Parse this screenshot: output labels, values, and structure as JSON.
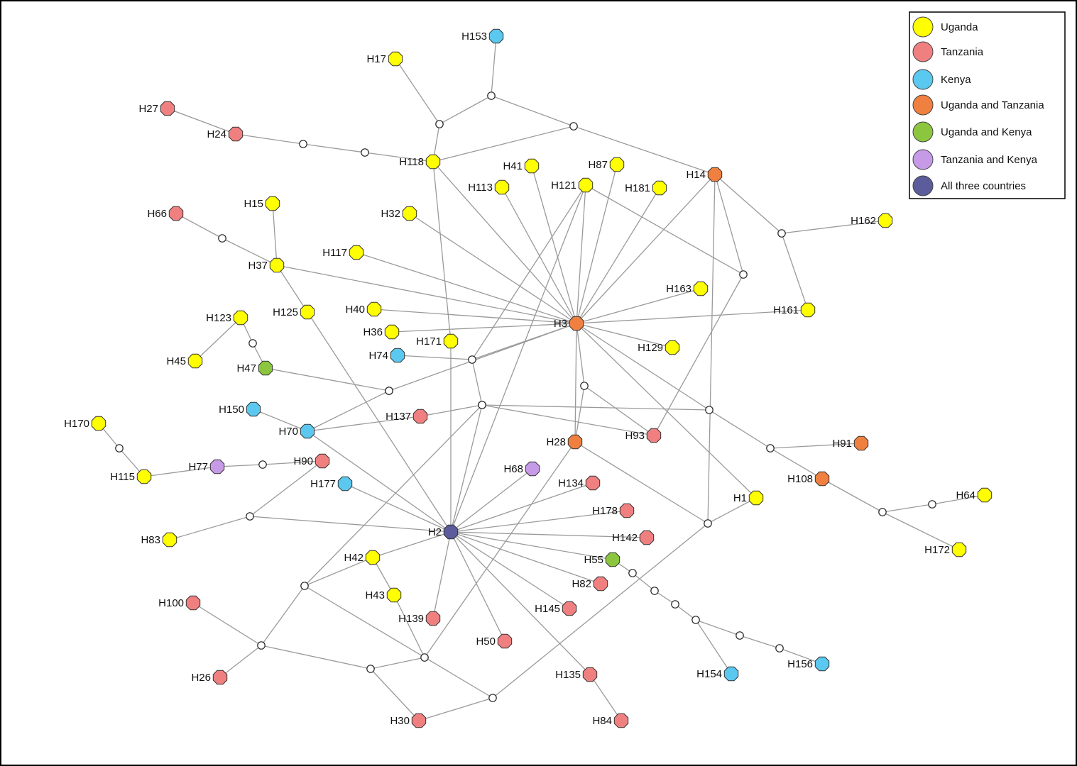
{
  "colors": {
    "uganda": "#ffff00",
    "tanzania": "#f08080",
    "kenya": "#5bc8f0",
    "uganda_tanzania": "#f08040",
    "uganda_kenya": "#8cc63f",
    "tanzania_kenya": "#c79ae8",
    "all_three": "#5c5c9c"
  },
  "legend": [
    {
      "key": "uganda",
      "label": "Uganda"
    },
    {
      "key": "tanzania",
      "label": "Tanzania"
    },
    {
      "key": "kenya",
      "label": "Kenya"
    },
    {
      "key": "uganda_tanzania",
      "label": "Uganda and Tanzania"
    },
    {
      "key": "uganda_kenya",
      "label": "Uganda and Kenya"
    },
    {
      "key": "tanzania_kenya",
      "label": "Tanzania and Kenya"
    },
    {
      "key": "all_three",
      "label": "All three countries"
    }
  ],
  "haplotypes": [
    {
      "id": "H153",
      "group": "kenya"
    },
    {
      "id": "H17",
      "group": "uganda"
    },
    {
      "id": "H27",
      "group": "tanzania"
    },
    {
      "id": "H24",
      "group": "tanzania"
    },
    {
      "id": "H118",
      "group": "uganda"
    },
    {
      "id": "H41",
      "group": "uganda"
    },
    {
      "id": "H87",
      "group": "uganda"
    },
    {
      "id": "H14",
      "group": "uganda_tanzania"
    },
    {
      "id": "H113",
      "group": "uganda"
    },
    {
      "id": "H121",
      "group": "uganda"
    },
    {
      "id": "H181",
      "group": "uganda"
    },
    {
      "id": "H66",
      "group": "tanzania"
    },
    {
      "id": "H15",
      "group": "uganda"
    },
    {
      "id": "H32",
      "group": "uganda"
    },
    {
      "id": "H162",
      "group": "uganda"
    },
    {
      "id": "H117",
      "group": "uganda"
    },
    {
      "id": "H37",
      "group": "uganda"
    },
    {
      "id": "H163",
      "group": "uganda"
    },
    {
      "id": "H123",
      "group": "uganda"
    },
    {
      "id": "H125",
      "group": "uganda"
    },
    {
      "id": "H40",
      "group": "uganda"
    },
    {
      "id": "H3",
      "group": "uganda_tanzania"
    },
    {
      "id": "H161",
      "group": "uganda"
    },
    {
      "id": "H36",
      "group": "uganda"
    },
    {
      "id": "H171",
      "group": "uganda"
    },
    {
      "id": "H129",
      "group": "uganda"
    },
    {
      "id": "H45",
      "group": "uganda"
    },
    {
      "id": "H47",
      "group": "uganda_kenya"
    },
    {
      "id": "H74",
      "group": "kenya"
    },
    {
      "id": "H150",
      "group": "kenya"
    },
    {
      "id": "H137",
      "group": "tanzania"
    },
    {
      "id": "H70",
      "group": "kenya"
    },
    {
      "id": "H93",
      "group": "tanzania"
    },
    {
      "id": "H170",
      "group": "uganda"
    },
    {
      "id": "H28",
      "group": "uganda_tanzania"
    },
    {
      "id": "H91",
      "group": "uganda_tanzania"
    },
    {
      "id": "H77",
      "group": "tanzania_kenya"
    },
    {
      "id": "H90",
      "group": "tanzania"
    },
    {
      "id": "H68",
      "group": "tanzania_kenya"
    },
    {
      "id": "H115",
      "group": "uganda"
    },
    {
      "id": "H108",
      "group": "uganda_tanzania"
    },
    {
      "id": "H177",
      "group": "kenya"
    },
    {
      "id": "H134",
      "group": "tanzania"
    },
    {
      "id": "H64",
      "group": "uganda"
    },
    {
      "id": "H1",
      "group": "uganda"
    },
    {
      "id": "H178",
      "group": "tanzania"
    },
    {
      "id": "H2",
      "group": "all_three"
    },
    {
      "id": "H83",
      "group": "uganda"
    },
    {
      "id": "H142",
      "group": "tanzania"
    },
    {
      "id": "H172",
      "group": "uganda"
    },
    {
      "id": "H42",
      "group": "uganda"
    },
    {
      "id": "H55",
      "group": "uganda_kenya"
    },
    {
      "id": "H82",
      "group": "tanzania"
    },
    {
      "id": "H43",
      "group": "uganda"
    },
    {
      "id": "H100",
      "group": "tanzania"
    },
    {
      "id": "H145",
      "group": "tanzania"
    },
    {
      "id": "H139",
      "group": "tanzania"
    },
    {
      "id": "H50",
      "group": "tanzania"
    },
    {
      "id": "H154",
      "group": "kenya"
    },
    {
      "id": "H156",
      "group": "kenya"
    },
    {
      "id": "H135",
      "group": "tanzania"
    },
    {
      "id": "H26",
      "group": "tanzania"
    },
    {
      "id": "H30",
      "group": "tanzania"
    },
    {
      "id": "H84",
      "group": "tanzania"
    }
  ],
  "median_vectors": [
    "m1",
    "m2",
    "m3",
    "m4",
    "m5",
    "m6",
    "m7",
    "m8",
    "m9",
    "m10",
    "m11",
    "m12",
    "m13",
    "m14",
    "m15",
    "m16",
    "m17",
    "m18",
    "m19",
    "m20",
    "m21",
    "m22",
    "m23",
    "m24",
    "m25",
    "m26",
    "m27",
    "m28",
    "m29",
    "m30",
    "m31",
    "m32",
    "m33",
    "m34",
    "m35",
    "m36"
  ],
  "edges": [
    [
      "H153",
      "m1"
    ],
    [
      "m1",
      "m2"
    ],
    [
      "m2",
      "H17"
    ],
    [
      "m2",
      "H118"
    ],
    [
      "m1",
      "m3"
    ],
    [
      "m3",
      "H118"
    ],
    [
      "m3",
      "H14"
    ],
    [
      "H27",
      "H24"
    ],
    [
      "H24",
      "m4"
    ],
    [
      "m4",
      "m5"
    ],
    [
      "m5",
      "H118"
    ],
    [
      "H118",
      "H3"
    ],
    [
      "H118",
      "H171"
    ],
    [
      "H14",
      "m6"
    ],
    [
      "m6",
      "H162"
    ],
    [
      "m6",
      "H161"
    ],
    [
      "H14",
      "m7"
    ],
    [
      "m7",
      "H121"
    ],
    [
      "m7",
      "H93"
    ],
    [
      "H14",
      "H3"
    ],
    [
      "H14",
      "m21"
    ],
    [
      "H3",
      "H41"
    ],
    [
      "H3",
      "H87"
    ],
    [
      "H3",
      "H113"
    ],
    [
      "H3",
      "H121"
    ],
    [
      "H3",
      "H181"
    ],
    [
      "H3",
      "H32"
    ],
    [
      "H3",
      "H117"
    ],
    [
      "H3",
      "H37"
    ],
    [
      "H3",
      "H40"
    ],
    [
      "H3",
      "H36"
    ],
    [
      "H3",
      "H163"
    ],
    [
      "H3",
      "H161"
    ],
    [
      "H3",
      "H129"
    ],
    [
      "H3",
      "m9"
    ],
    [
      "H3",
      "m10"
    ],
    [
      "H3",
      "m11"
    ],
    [
      "H3",
      "m12"
    ],
    [
      "H3",
      "H1"
    ],
    [
      "H3",
      "H28"
    ],
    [
      "H66",
      "m8"
    ],
    [
      "m8",
      "H37"
    ],
    [
      "H15",
      "H37"
    ],
    [
      "H37",
      "H125"
    ],
    [
      "H125",
      "H2"
    ],
    [
      "H123",
      "H45"
    ],
    [
      "H123",
      "m13"
    ],
    [
      "m13",
      "H47"
    ],
    [
      "H47",
      "m14"
    ],
    [
      "m14",
      "m11"
    ],
    [
      "m14",
      "H70"
    ],
    [
      "H74",
      "m9"
    ],
    [
      "m9",
      "H121"
    ],
    [
      "m9",
      "m15"
    ],
    [
      "m15",
      "H2"
    ],
    [
      "H150",
      "H70"
    ],
    [
      "H70",
      "H137"
    ],
    [
      "H70",
      "H2"
    ],
    [
      "H137",
      "m16"
    ],
    [
      "m16",
      "H93"
    ],
    [
      "m16",
      "m10"
    ],
    [
      "m16",
      "m17"
    ],
    [
      "m12",
      "H93"
    ],
    [
      "m12",
      "H28"
    ],
    [
      "H170",
      "m18"
    ],
    [
      "m18",
      "H115"
    ],
    [
      "H115",
      "H77"
    ],
    [
      "H77",
      "m19"
    ],
    [
      "m19",
      "H90"
    ],
    [
      "H90",
      "m20"
    ],
    [
      "m20",
      "H83"
    ],
    [
      "m20",
      "H2"
    ],
    [
      "H2",
      "H121"
    ],
    [
      "H2",
      "H68"
    ],
    [
      "H2",
      "H134"
    ],
    [
      "H2",
      "H178"
    ],
    [
      "H2",
      "H142"
    ],
    [
      "H2",
      "H55"
    ],
    [
      "H2",
      "H82"
    ],
    [
      "H2",
      "H145"
    ],
    [
      "H2",
      "H50"
    ],
    [
      "H2",
      "H139"
    ],
    [
      "H2",
      "H135"
    ],
    [
      "H2",
      "H42"
    ],
    [
      "H2",
      "H177"
    ],
    [
      "H2",
      "H171"
    ],
    [
      "H42",
      "H43"
    ],
    [
      "H42",
      "m17"
    ],
    [
      "H43",
      "m22"
    ],
    [
      "m22",
      "H28"
    ],
    [
      "H28",
      "m21"
    ],
    [
      "m10",
      "m23"
    ],
    [
      "m23",
      "H108"
    ],
    [
      "m23",
      "H91"
    ],
    [
      "H108",
      "m24"
    ],
    [
      "m24",
      "m25"
    ],
    [
      "m25",
      "H64"
    ],
    [
      "m24",
      "H172"
    ],
    [
      "H55",
      "m26"
    ],
    [
      "m26",
      "m27"
    ],
    [
      "m27",
      "m28"
    ],
    [
      "m28",
      "m29"
    ],
    [
      "m29",
      "H154"
    ],
    [
      "m29",
      "m30"
    ],
    [
      "m30",
      "m31"
    ],
    [
      "m31",
      "H156"
    ],
    [
      "H135",
      "H84"
    ],
    [
      "H100",
      "m32"
    ],
    [
      "m32",
      "H26"
    ],
    [
      "m32",
      "m17"
    ],
    [
      "m32",
      "m33"
    ],
    [
      "m33",
      "m22"
    ],
    [
      "m33",
      "H30"
    ],
    [
      "H30",
      "m34"
    ],
    [
      "m34",
      "m21"
    ],
    [
      "m17",
      "m34"
    ],
    [
      "m21",
      "H1"
    ]
  ]
}
